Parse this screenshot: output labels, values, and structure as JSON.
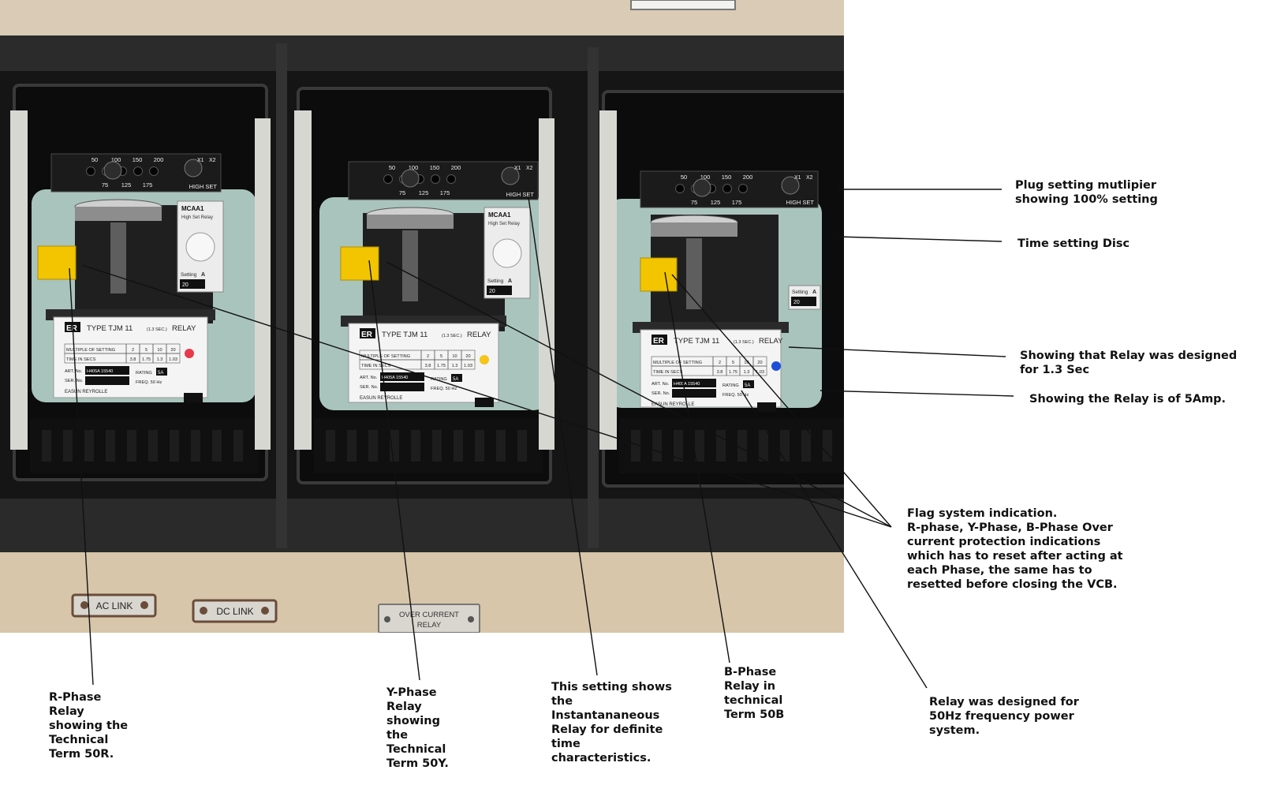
{
  "photo": {
    "colors": {
      "wall": "#e3d6c2",
      "frame": "#151515",
      "body": "#a9c4bd",
      "flag": "#f2c500",
      "label": "#f4f4f4"
    },
    "panels": [
      {
        "name": "r-phase",
        "dot_color": "#e8394a",
        "tap_block": {
          "taps_top": [
            "50",
            "100",
            "150",
            "200"
          ],
          "taps_bottom": [
            "75",
            "125",
            "175"
          ],
          "x1": "X1",
          "x2": "X2",
          "high_set": "HIGH SET"
        },
        "highset_relay": {
          "title": "MCAA1",
          "subtitle": "High Set Relay",
          "setting_label": "Setting",
          "setting_unit": "A",
          "setting_value": "20"
        },
        "nameplate": {
          "logo": "ER",
          "type_text": "TYPE  TJM  11",
          "sec_text": "(1.3 SEC.)",
          "relay_text": "RELAY",
          "row1": [
            "MULTIPLE OF SETTING",
            "2",
            "5",
            "10",
            "20"
          ],
          "row2": [
            "TIME IN SECS",
            "3.8",
            "1.75",
            "1.3",
            "1.03"
          ],
          "art_label": "ART. No.",
          "art_value": "H405A 15540",
          "ser_label": "SER. No.",
          "rating_label": "RATING",
          "rating_value": "5A",
          "freq_text": "FREQ.  50 Hz",
          "maker": "EASUN  REYROLLE"
        }
      },
      {
        "name": "y-phase",
        "dot_color": "#f5c518",
        "tap_block": {
          "taps_top": [
            "50",
            "100",
            "150",
            "200"
          ],
          "taps_bottom": [
            "75",
            "125",
            "175"
          ],
          "x1": "X1",
          "x2": "X2",
          "high_set": "HIGH SET"
        },
        "highset_relay": {
          "title": "MCAA1",
          "subtitle": "High Set Relay",
          "setting_label": "Setting",
          "setting_unit": "A",
          "setting_value": "20"
        },
        "nameplate": {
          "logo": "ER",
          "type_text": "TYPE  TJM  11",
          "sec_text": "(1.3 SEC.)",
          "relay_text": "RELAY",
          "row1": [
            "MULTIPLE OF SETTING",
            "2",
            "5",
            "10",
            "20"
          ],
          "row2": [
            "TIME IN SECS",
            "3.8",
            "1.75",
            "1.3",
            "1.03"
          ],
          "art_label": "ART. No.",
          "art_value": "H405A 15540",
          "ser_label": "SER. No.",
          "rating_label": "RATING",
          "rating_value": "5A",
          "freq_text": "FREQ.  50 Hz",
          "maker": "EASUN  REYROLLE"
        }
      },
      {
        "name": "b-phase",
        "dot_color": "#1d4fd8",
        "tap_block": {
          "taps_top": [
            "50",
            "100",
            "150",
            "200"
          ],
          "taps_bottom": [
            "75",
            "125",
            "175"
          ],
          "x1": "X1",
          "x2": "X2",
          "high_set": "HIGH SET"
        },
        "highset_relay": {
          "title": "",
          "subtitle": "",
          "setting_label": "Setting",
          "setting_unit": "A",
          "setting_value": "20"
        },
        "nameplate": {
          "logo": "ER",
          "type_text": "TYPE  TJM  11",
          "sec_text": "(1.3 SEC.)",
          "relay_text": "RELAY",
          "row1": [
            "MULTIPLE OF SETTING",
            "2",
            "5",
            "10",
            "20"
          ],
          "row2": [
            "TIME IN SECS",
            "3.8",
            "1.75",
            "1.3",
            "1.03"
          ],
          "art_label": "ART. No.",
          "art_value": "H405A 15540",
          "ser_label": "SER. No.",
          "rating_label": "RATING",
          "rating_value": "5A",
          "freq_text": "FREQ.  50 Hz",
          "maker": "EASUN  REYROLLE"
        }
      }
    ],
    "wall_labels": {
      "ac_link": "AC LINK",
      "dc_link": "DC LINK",
      "overcurrent_1": "OVER CURRENT",
      "overcurrent_2": "RELAY"
    }
  },
  "callouts": {
    "psm": "Plug setting mutlipier\nshowing 100% setting",
    "time_disc": "Time setting Disc",
    "designed_sec": "Showing that Relay was designed\nfor 1.3 Sec",
    "amp": "Showing the Relay is of 5Amp.",
    "flag": "Flag system indication.\nR-phase, Y-Phase, B-Phase Over\ncurrent protection indications\nwhich has to reset after acting at\neach Phase, the same has to\nresetted before closing the VCB.",
    "r_phase": "R-Phase\nRelay\nshowing the\nTechnical\nTerm 50R.",
    "y_phase": "Y-Phase\nRelay\nshowing\nthe\nTechnical\nTerm 50Y.",
    "instantaneous": "This setting shows\nthe\nInstantananeous\nRelay for definite\ntime\ncharacteristics.",
    "b_phase": "B-Phase\nRelay in\ntechnical\nTerm 50B",
    "frequency": "Relay was designed for\n50Hz frequency power\nsystem."
  }
}
